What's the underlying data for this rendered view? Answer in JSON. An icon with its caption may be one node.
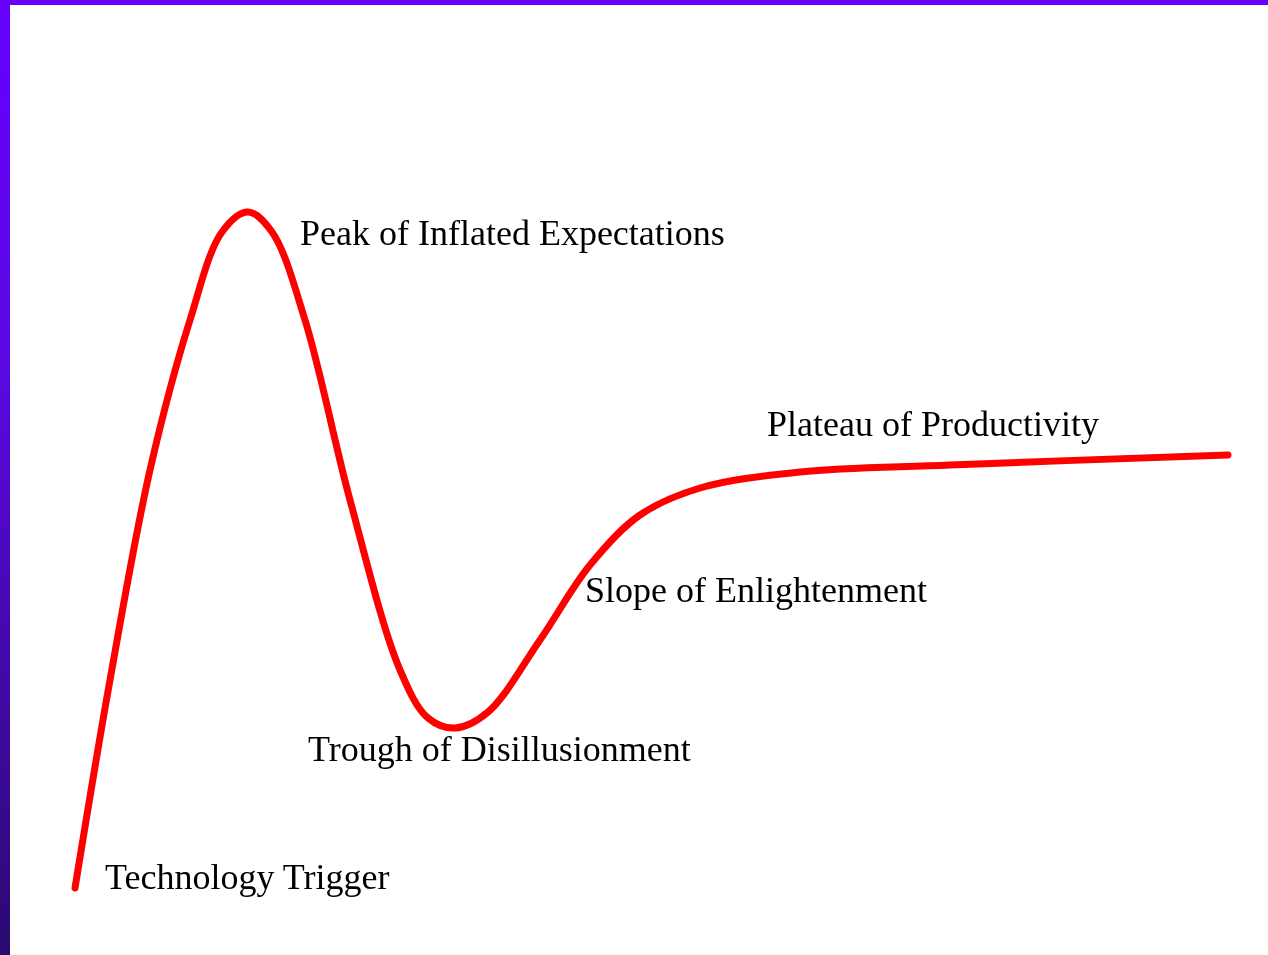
{
  "diagram": {
    "labels": [
      "Peak of Inflated Expectations",
      "Plateau of Productivity",
      "Slope of Enlightenment",
      "Trough of Disillusionment",
      "Technology Trigger"
    ]
  }
}
